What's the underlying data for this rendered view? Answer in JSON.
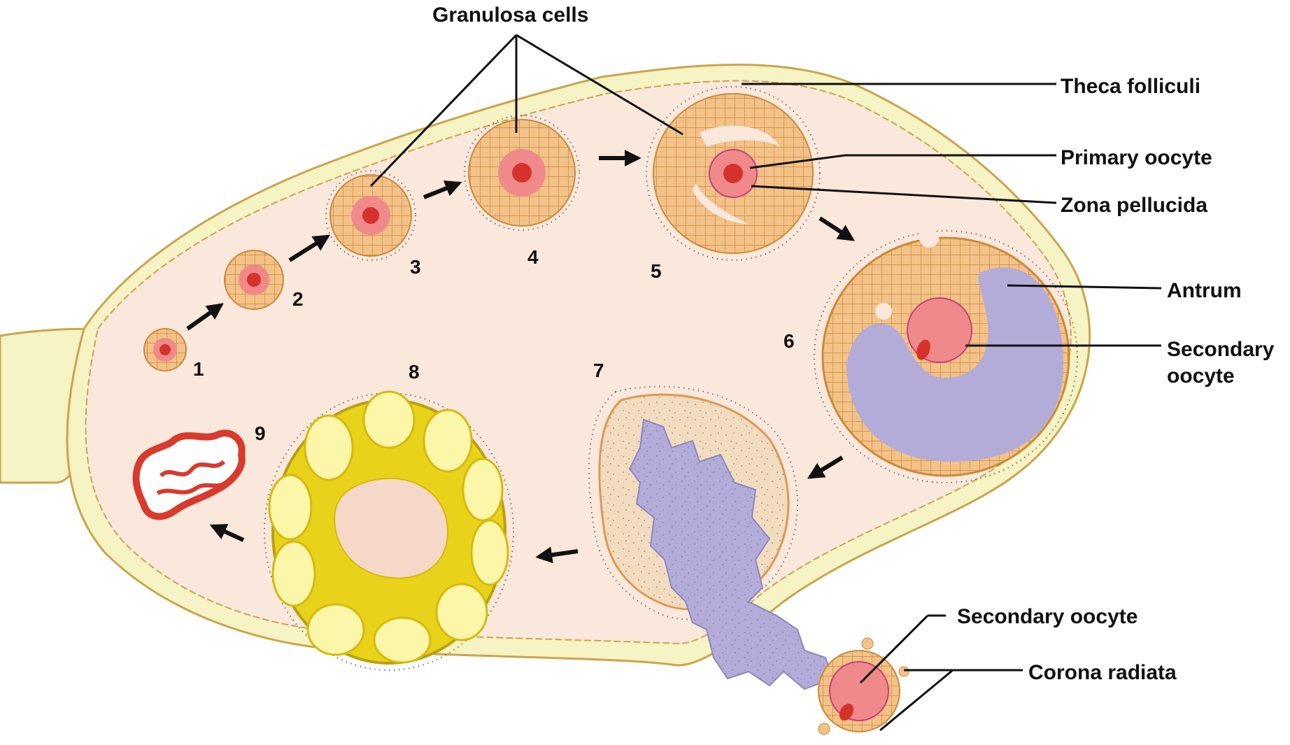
{
  "labels": {
    "granulosa_cells": "Granulosa cells",
    "theca_folliculi": "Theca folliculi",
    "primary_oocyte": "Primary oocyte",
    "zona_pellucida": "Zona pellucida",
    "antrum": "Antrum",
    "secondary_oocyte_line1": "Secondary",
    "secondary_oocyte_line2": "oocyte",
    "secondary_oocyte_released": "Secondary oocyte",
    "corona_radiata": "Corona radiata"
  },
  "stages": [
    "1",
    "2",
    "3",
    "4",
    "5",
    "6",
    "7",
    "8",
    "9"
  ],
  "colors": {
    "stroma": "#fbe8dc",
    "capsule": "#f6f3c4",
    "capsule_line": "#c9a54c",
    "granulosa": "#f3c288",
    "granulosa_line": "#c98a3c",
    "oocyte": "#f08a8a",
    "nucleus": "#d6322c",
    "antrum": "#b3acd9",
    "corpus_luteum": "#f7ec3a",
    "corpus_albicans": "#d83a2e",
    "ink": "#111111"
  }
}
